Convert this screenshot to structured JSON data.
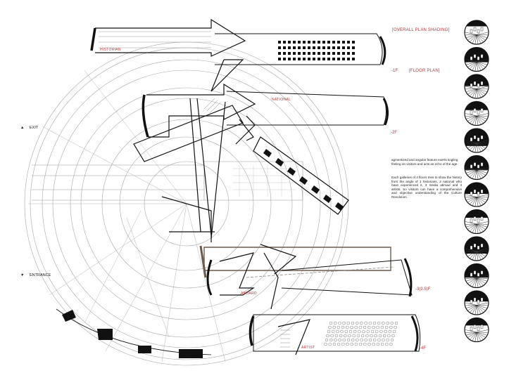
{
  "headers": {
    "overall": "[OVERALL PLAN SHADING]",
    "floor": "[FLOOR PLAN]"
  },
  "levels": {
    "l1": "-1F",
    "l2": "-2F",
    "l3": "-3(2.5)F",
    "l4": "-4F"
  },
  "galleries": {
    "historian": "HISTORIAN",
    "national": "NATIONAL",
    "aboard": "ABOARD",
    "artist": "ARTIST"
  },
  "markers": {
    "exit": "EXIT",
    "entrance": "ENTRANCE",
    "exit_symbol": "▲",
    "entrance_symbol": "▼"
  },
  "description": {
    "p1": "agmentized and angular feature exerts tingling feeling on visitors and acts as echo of the age.",
    "p2": "Each galleries of 4 floors tries to show the history from the angle of 1 historians, 2 national who have experienced it, 3 media abroad and 4 artists. So visitors can have a comprehensive and objective understanding of the Culture Revolution."
  },
  "colors": {
    "accent": "#b33b3b",
    "ink": "#111111",
    "line": "#9a9a9a"
  }
}
